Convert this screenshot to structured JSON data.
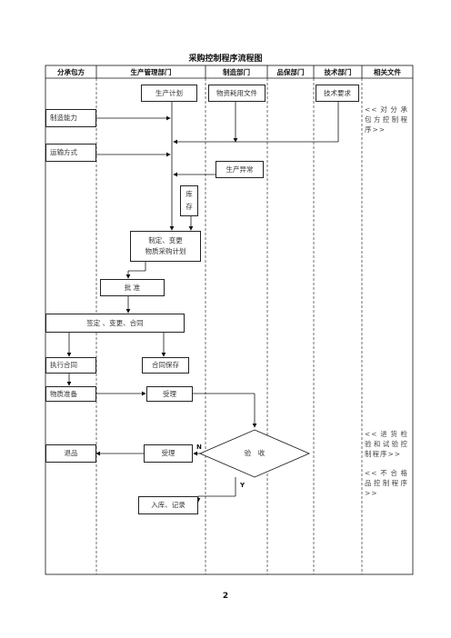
{
  "title": "采购控制程序流程图",
  "columns": [
    "分承包方",
    "生产管理部门",
    "制造部门",
    "品保部门",
    "技术部门",
    "相关文件"
  ],
  "nodes": {
    "production_plan": "生产计划",
    "material_consumption": "物资耗用文件",
    "tech_requirements": "技术要求",
    "manufacturing_capability": "制造能力",
    "transport_method": "运输方式",
    "production_abnormal": "生产异常",
    "inventory": "库\n存",
    "make_change_plan": "制定、变更\n物质采购计划",
    "approve": "批 准",
    "sign_contract": "签定 、变更、合同",
    "execute_contract": "执行合同",
    "contract_storage": "合同保存",
    "material_prep": "物质准备",
    "accept_1": "受理",
    "return_goods": "退品",
    "accept_2": "受理",
    "inspection": "验　收",
    "warehouse_record": "入库、记录"
  },
  "labels": {
    "no": "N",
    "yes": "Y"
  },
  "related_docs": {
    "doc1": "<<对分承包方控制程序>>",
    "doc2": "<<进货检验和试验控制程序>>",
    "doc3": "<<不合格品控制程序>>"
  },
  "page_number": "2"
}
